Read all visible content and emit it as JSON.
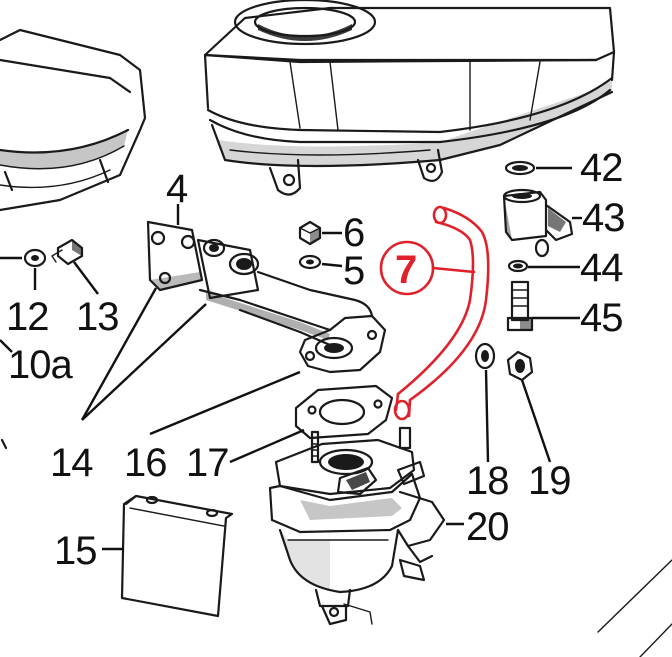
{
  "highlight_color": "#e0202a",
  "ink_color": "#111111",
  "callouts": {
    "c4": "4",
    "c6": "6",
    "c5": "5",
    "c7": "7",
    "c42": "42",
    "c43": "43",
    "c44": "44",
    "c45": "45",
    "c12": "12",
    "c13": "13",
    "c10a": "10a",
    "c14": "14",
    "c16": "16",
    "c17": "17",
    "c18": "18",
    "c19": "19",
    "c20": "20",
    "c15": "15"
  },
  "highlighted_part": "7"
}
